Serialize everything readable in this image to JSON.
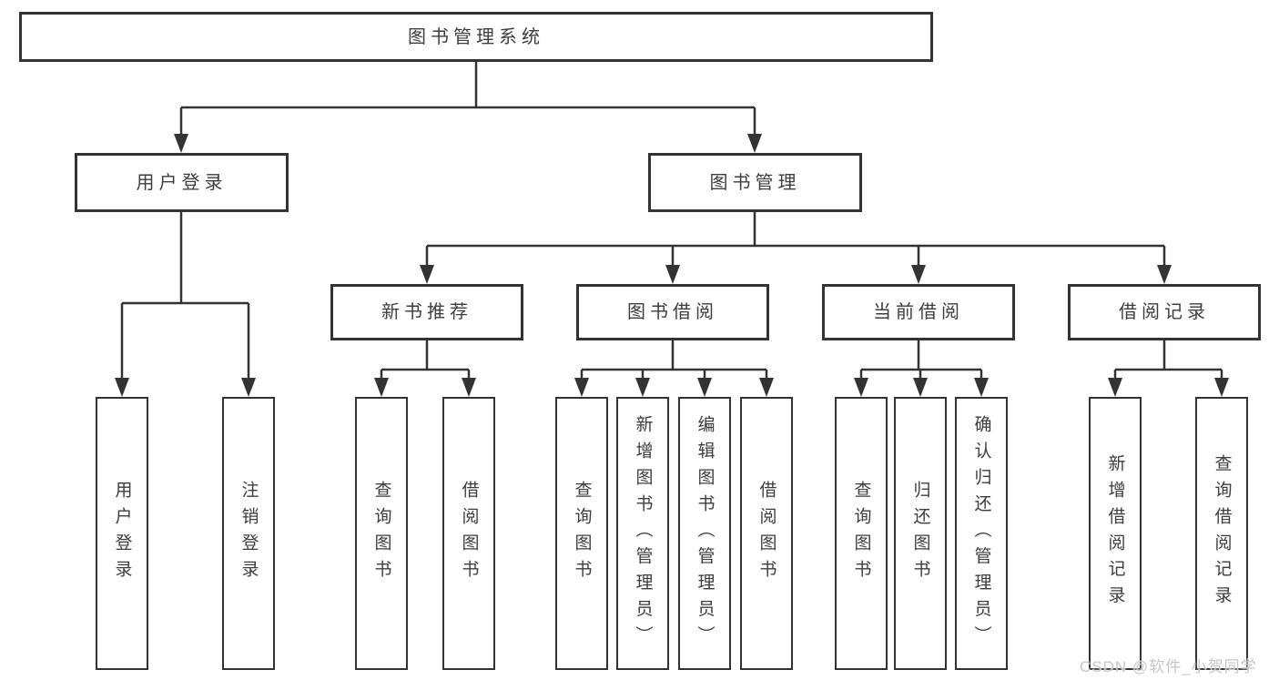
{
  "diagram": {
    "root": {
      "label": "图书管理系统"
    },
    "branches": [
      {
        "label": "用户登录",
        "children": [
          {
            "label": "用户登录"
          },
          {
            "label": "注销登录"
          }
        ]
      },
      {
        "label": "图书管理",
        "children": [
          {
            "label": "新书推荐",
            "children": [
              {
                "label": "查询图书"
              },
              {
                "label": "借阅图书"
              }
            ]
          },
          {
            "label": "图书借阅",
            "children": [
              {
                "label": "查询图书"
              },
              {
                "label": "新增图书（管理员）"
              },
              {
                "label": "编辑图书（管理员）"
              },
              {
                "label": "借阅图书"
              }
            ]
          },
          {
            "label": "当前借阅",
            "children": [
              {
                "label": "查询图书"
              },
              {
                "label": "归还图书"
              },
              {
                "label": "确认归还（管理员）"
              }
            ]
          },
          {
            "label": "借阅记录",
            "children": [
              {
                "label": "新增借阅记录"
              },
              {
                "label": "查询借阅记录"
              }
            ]
          }
        ]
      }
    ]
  },
  "watermark": {
    "text": "CSDN @软件_小贺同学"
  },
  "colors": {
    "line": "#333333",
    "box_border": "#333333",
    "text": "#3d3d3d",
    "background": "#ffffff",
    "watermark": "#c7c7c7"
  }
}
